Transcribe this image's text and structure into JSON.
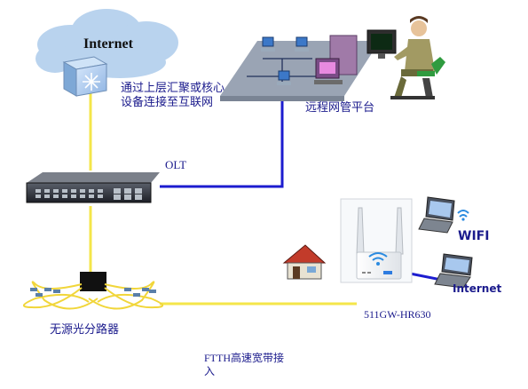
{
  "labels": {
    "internet": "Internet",
    "uplink": "通过上层汇聚或核心\n设备连接至互联网",
    "nms": "远程网管平台",
    "olt": "OLT",
    "splitter": "无源光分路器",
    "onu_model": "511GW-HR630",
    "wifi": "WIFI",
    "internet_laptop": "Internet",
    "ftth": "FTTH高速宽带接\n入"
  },
  "colors": {
    "fiber": "#f4e64a",
    "ethernet": "#1c1ccf",
    "label_text": "#1a1a8c",
    "cloud": "#b9d3ee",
    "platform": "#9aa4b4"
  },
  "icons": [
    "cloud-icon",
    "core-switch-icon",
    "workstation-icon",
    "operator-icon",
    "olt-device-icon",
    "splitter-icon",
    "home-icon",
    "onu-router-icon",
    "laptop-icon"
  ]
}
